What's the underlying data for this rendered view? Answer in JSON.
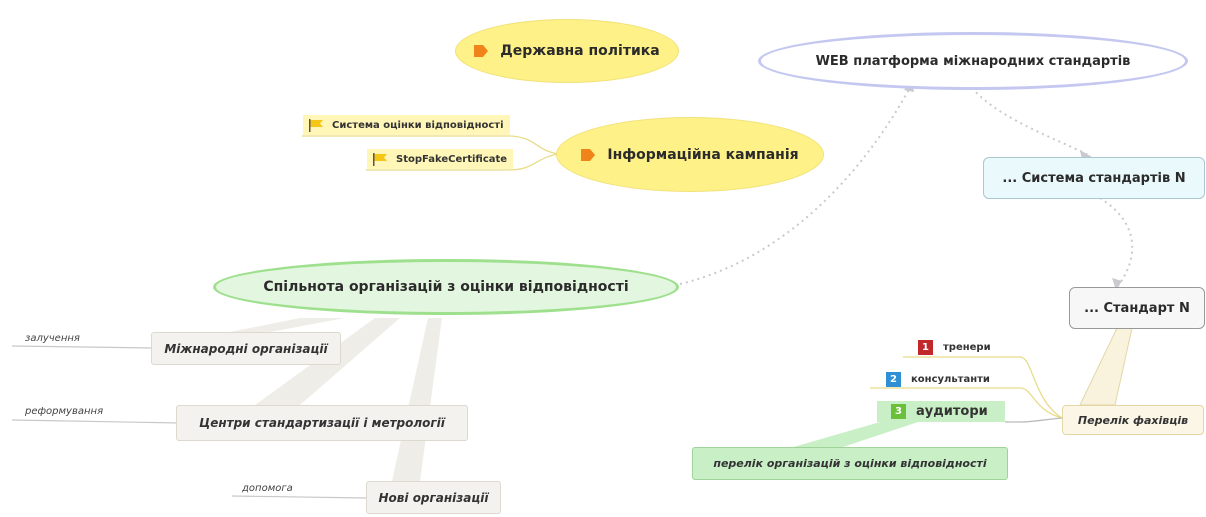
{
  "colors": {
    "yellow_node": "#fdf187",
    "green_node": "#e3f6df",
    "green_border": "#9ee08e",
    "web_border": "#c4c8f0",
    "badge_red": "#c0282a",
    "badge_blue": "#2e8fd4",
    "badge_green": "#6cbf3a"
  },
  "nodes": {
    "derzhavna": "Державна політика",
    "infocampaign": "Інформаційна кампанія",
    "web_platform": "WEB платформа міжнародних стандартів",
    "system_n": "... Система стандартів N",
    "standard_n": "... Стандарт N",
    "community": "Спільнота організацій з оцінки відповідності"
  },
  "info_children": {
    "item1": "Система оцінки відповідності",
    "item2": "StopFakeCertificate"
  },
  "community_children": [
    {
      "label": "Міжнародні організації",
      "note": "залучення"
    },
    {
      "label": "Центри стандартизації і метрології",
      "note": "реформування"
    },
    {
      "label": "Нові організації",
      "note": "допомога"
    }
  ],
  "experts": {
    "callout": "Перелік фахівців",
    "items": [
      {
        "num": "1",
        "label": "тренери"
      },
      {
        "num": "2",
        "label": "консультанти"
      },
      {
        "num": "3",
        "label": "аудитори"
      }
    ],
    "org_list": "перелік організацій з оцінки відповідності"
  },
  "icons": {
    "tag": "tag-icon",
    "flag": "flag-icon"
  }
}
